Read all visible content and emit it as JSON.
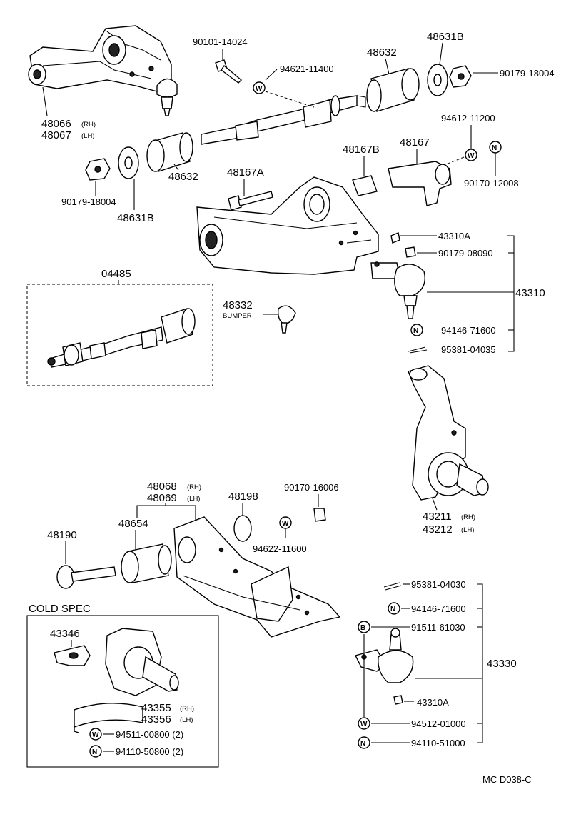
{
  "labels": {
    "upper_arm_rh": "48066",
    "upper_arm_lh": "48067",
    "side_rh": "(RH)",
    "side_lh": "(LH)",
    "bolt_top": "90101-14024",
    "washer_top": "94621-11400",
    "bushing_top": "48632",
    "retainer_top": "48631B",
    "nut_top_right": "90179-18004",
    "nut_left": "90179-18004",
    "retainer_left": "48631B",
    "bushing_left": "48632",
    "washer_mid": "94612-11200",
    "part_48167B": "48167B",
    "part_48167": "48167",
    "nut_90170_12008": "90170-12008",
    "bolt_48167A": "48167A",
    "nut_43310A_top": "43310A",
    "nut_90179_08090": "90179-08090",
    "upper_ball_joint": "43310",
    "nut_94146_top": "94146-71600",
    "pin_95381_04035": "95381-04035",
    "shaft_kit": "04485",
    "bumper_no": "48332",
    "bumper_word": "BUMPER",
    "knuckle_rh": "43211",
    "knuckle_lh": "43212",
    "lower_arm_rh": "48068",
    "lower_arm_lh": "48069",
    "part_48198": "48198",
    "nut_90170_16006": "90170-16006",
    "bolt_48190": "48190",
    "bushing_48654": "48654",
    "washer_94622": "94622-11600",
    "pin_95381_04030": "95381-04030",
    "nut_94146_lower": "94146-71600",
    "bolt_91511": "91511-61030",
    "lower_ball_joint": "43330",
    "nut_43310A_lower": "43310A",
    "washer_94512": "94512-01000",
    "nut_94110_51000": "94110-51000",
    "cold_spec": "COLD SPEC",
    "part_43346": "43346",
    "cover_rh": "43355",
    "cover_lh": "43356",
    "washer_94511": "94511-00800 (2)",
    "nut_94110_50800": "94110-50800 (2)",
    "footer_code": "MC  D038-C"
  },
  "symbols": {
    "washer": "W",
    "nut": "N",
    "bolt": "B"
  }
}
